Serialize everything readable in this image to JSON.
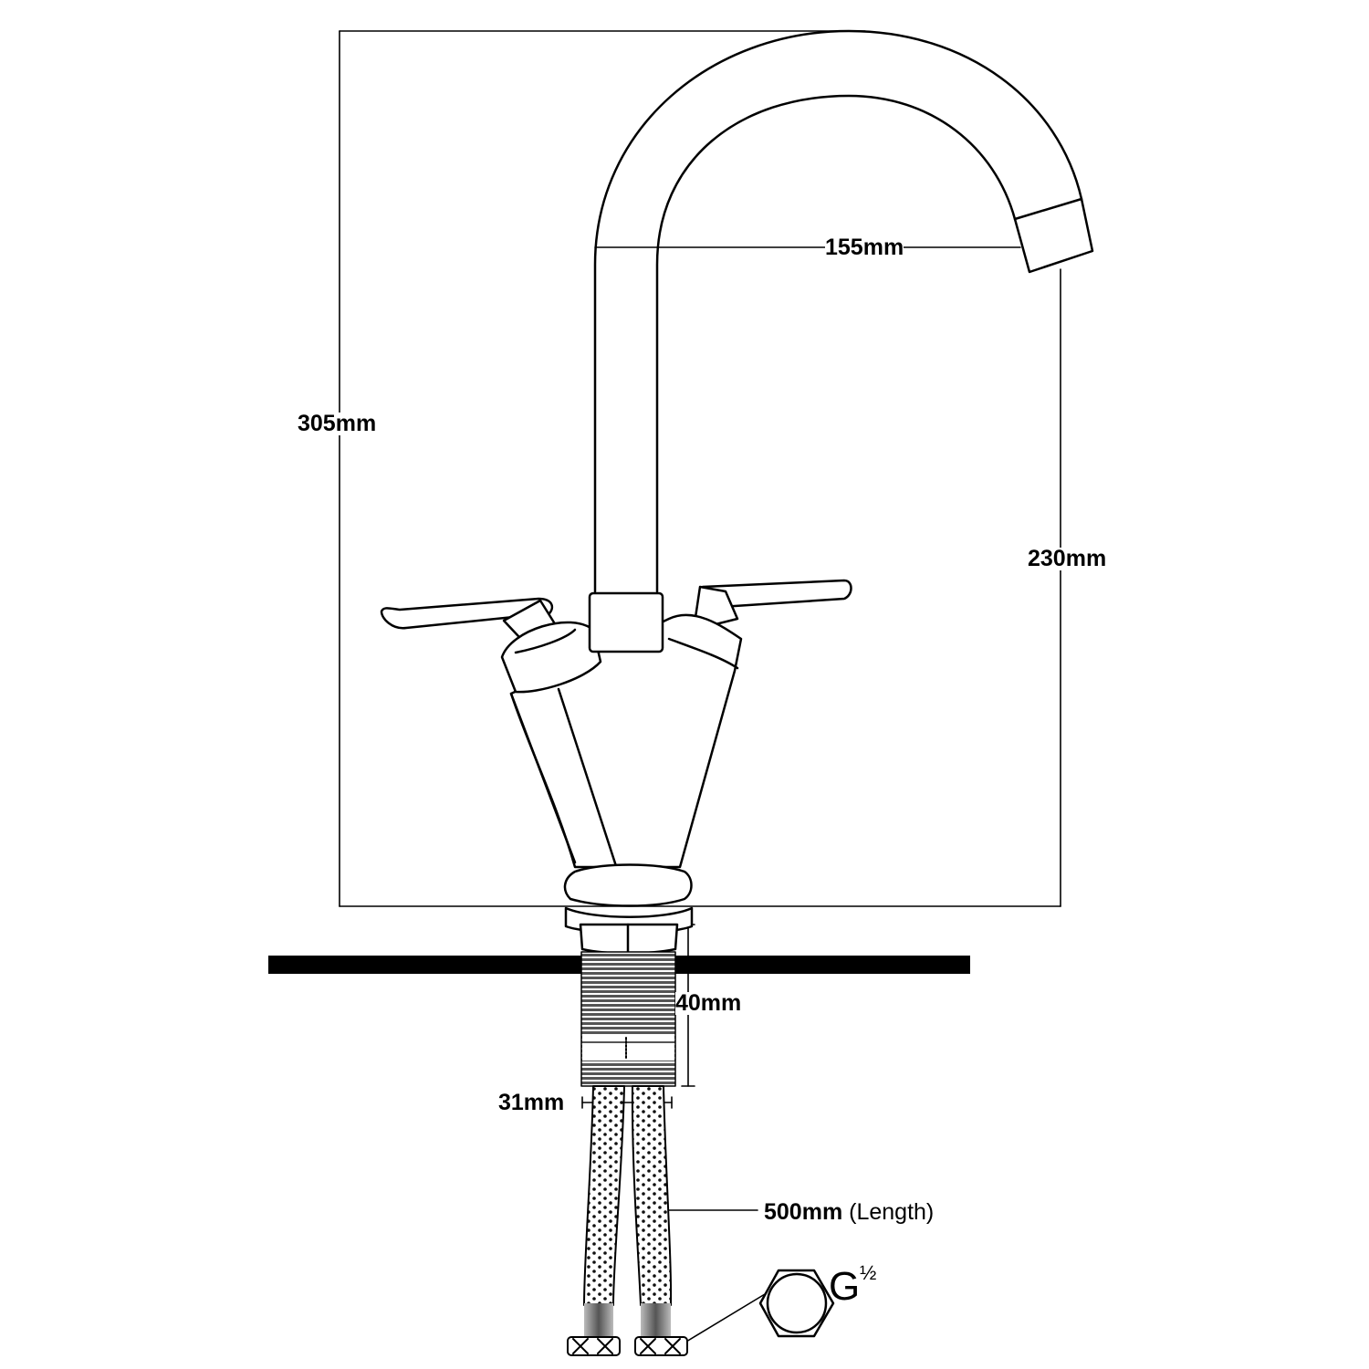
{
  "dimensions": {
    "total_height": "305mm",
    "spout_reach": "155mm",
    "spout_height": "230mm",
    "shank_length": "40mm",
    "shank_diameter": "31mm",
    "hose_length": "500mm",
    "hose_length_note": "(Length)",
    "connector_thread": "G",
    "connector_thread_fraction": "½"
  }
}
